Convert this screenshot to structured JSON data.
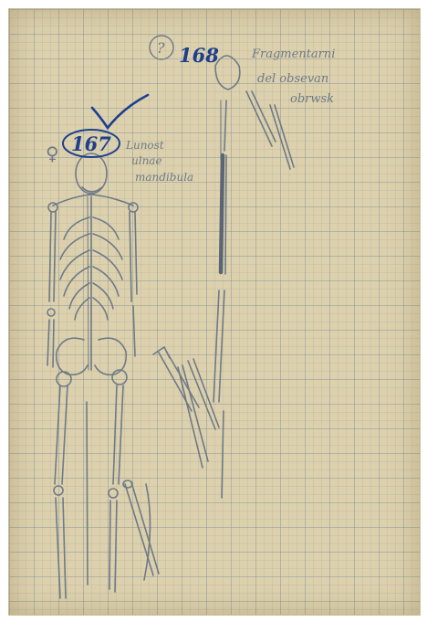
{
  "sheet": {
    "paper_color": "#ddd1ad",
    "pencil_color": "#6e7a86",
    "ink_color": "#1d3f8c"
  },
  "labels": {
    "question_mark": "?",
    "grave_168": "168",
    "grave_167": "167",
    "female_symbol": "♀",
    "note_168_line1": "Fragmentarni",
    "note_168_line2": "del obsevan",
    "note_168_line3": "obrwsk",
    "note_167_line1": "Lunost",
    "note_167_line2": "ulnae",
    "note_167_line3": "mandibula"
  }
}
